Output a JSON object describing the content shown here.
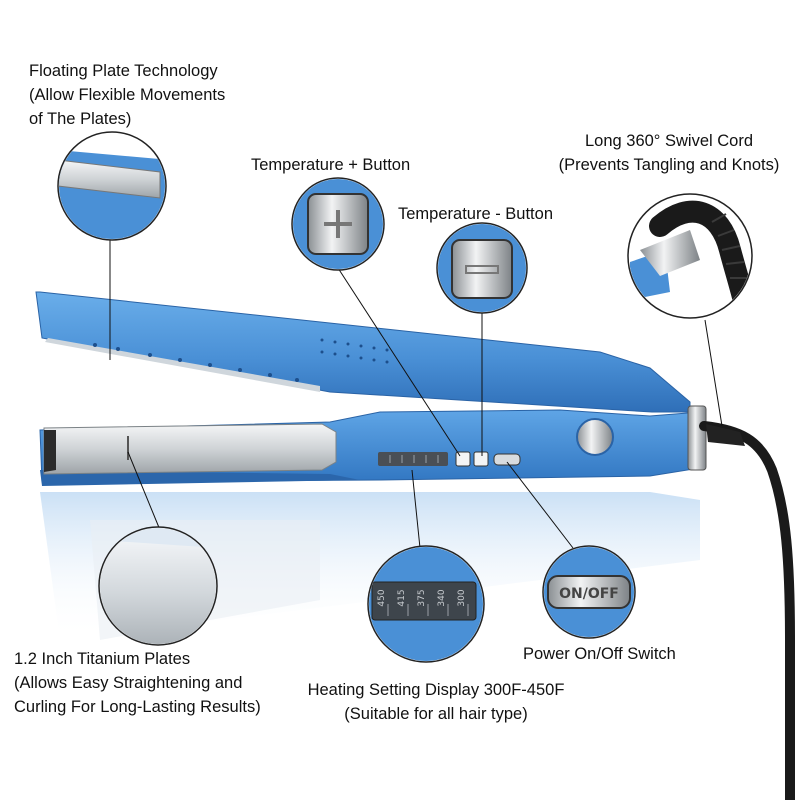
{
  "callouts": {
    "floating_plate": {
      "lines": [
        "Floating Plate Technology",
        "(Allow Flexible Movements",
        "of The Plates)"
      ]
    },
    "temp_plus": {
      "lines": [
        "Temperature + Button"
      ]
    },
    "temp_minus": {
      "lines": [
        "Temperature - Button"
      ]
    },
    "swivel_cord": {
      "lines": [
        "Long 360° Swivel Cord",
        "(Prevents Tangling and Knots)"
      ]
    },
    "titanium_plates": {
      "lines": [
        "1.2 Inch Titanium Plates",
        "(Allows Easy Straightening and",
        "Curling For Long-Lasting Results)"
      ]
    },
    "heating_display": {
      "lines": [
        "Heating Setting Display 300F-450F",
        "(Suitable for all hair type)"
      ]
    },
    "power_switch": {
      "lines": [
        "Power On/Off Switch"
      ]
    }
  },
  "switch_text": "ON/OFF",
  "display_ticks": [
    "450",
    "415",
    "375",
    "340",
    "300"
  ],
  "colors": {
    "body_blue": "#4a90d6",
    "body_dark": "#2f6fb8",
    "plate": "#d9dcdf",
    "cord": "#1a1a1a"
  }
}
